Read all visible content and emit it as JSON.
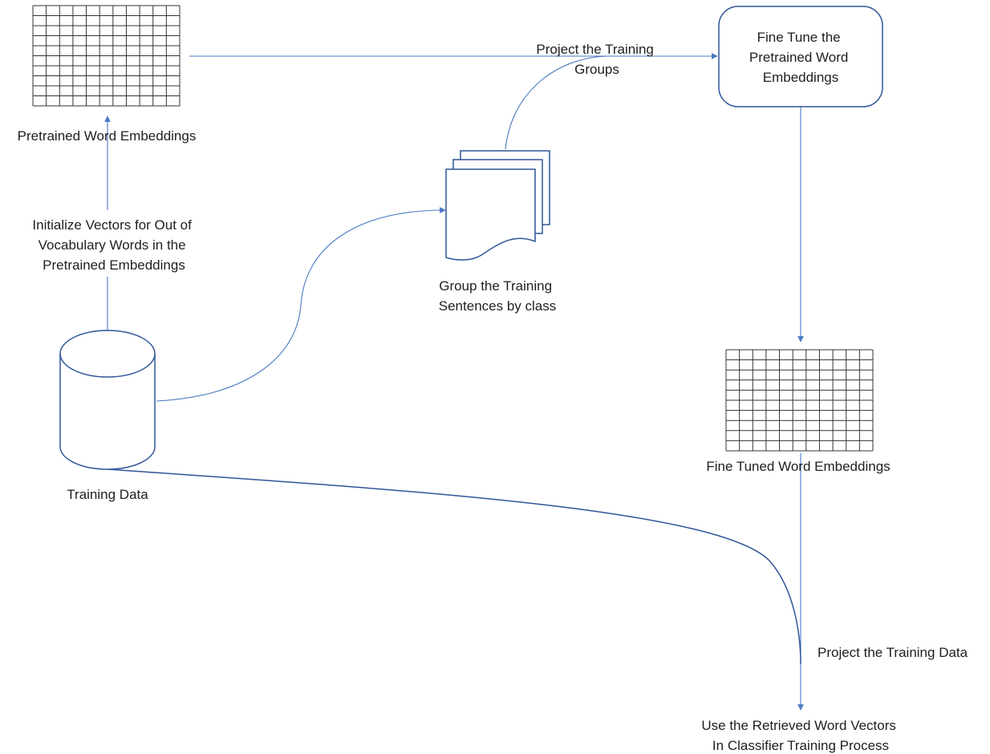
{
  "nodes": {
    "pretrained": {
      "label": [
        "Pretrained Word Embeddings"
      ],
      "icon": "grid-matrix-icon"
    },
    "fine_tune": {
      "label": [
        "Fine Tune the",
        "Pretrained Word",
        "Embeddings"
      ]
    },
    "documents": {
      "label": [
        "Group the Training",
        "Sentences by class"
      ],
      "icon": "multiple-documents-icon"
    },
    "training_data": {
      "label": [
        "Training Data"
      ],
      "icon": "database-cylinder-icon"
    },
    "fine_tuned": {
      "label": [
        "Fine Tuned Word Embeddings"
      ],
      "icon": "grid-matrix-icon"
    },
    "classifier": {
      "label": [
        "Use the Retrieved Word Vectors",
        "In Classifier Training Process"
      ]
    }
  },
  "edges": {
    "init_vectors": {
      "label": [
        "Initialize Vectors for Out of",
        "Vocabulary Words in the",
        "Pretrained Embeddings"
      ]
    },
    "project_groups": {
      "label": [
        "Project the Training",
        "Groups"
      ]
    },
    "project_data": {
      "label": [
        "Project the Training Data"
      ]
    }
  },
  "colors": {
    "connector": "#4a78c2",
    "shape_stroke": "#2f5597",
    "grid": "#333333",
    "text": "#1f1f1f"
  }
}
